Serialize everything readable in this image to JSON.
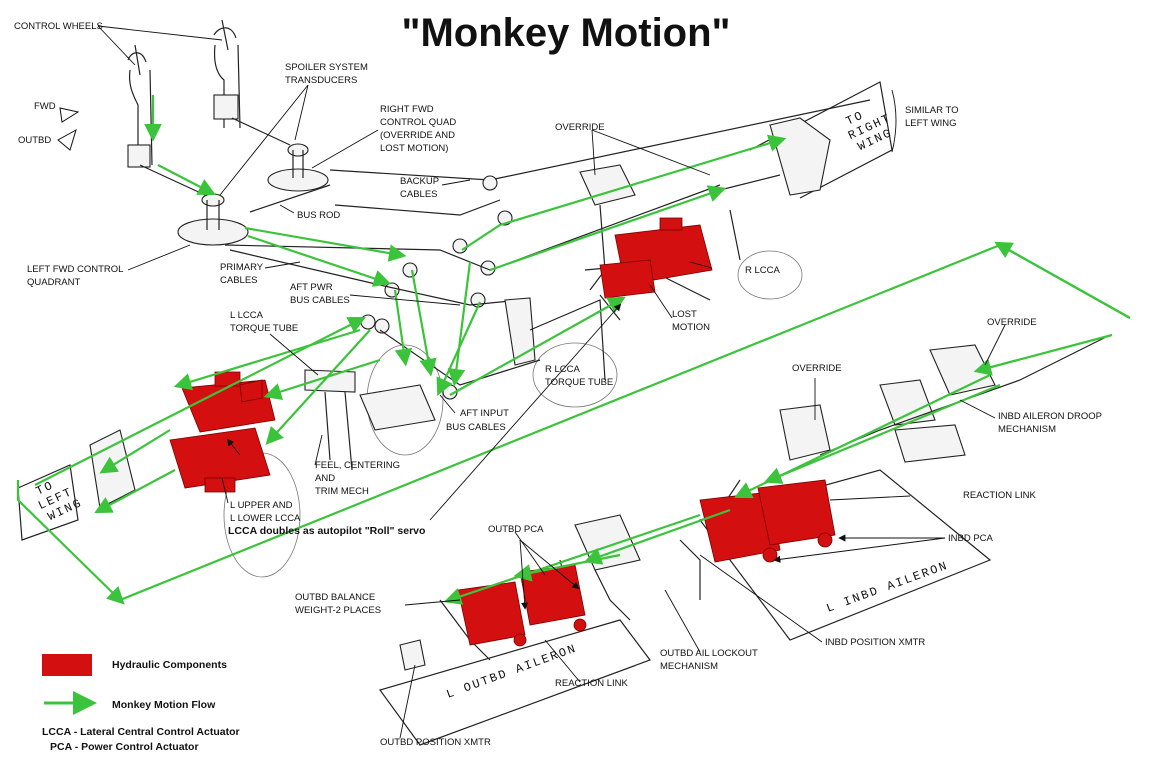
{
  "title": "\"Monkey Motion\"",
  "labels": {
    "control_wheels": "CONTROL WHEELS",
    "fwd": "FWD",
    "outbd": "OUTBD",
    "spoiler_1": "SPOILER SYSTEM",
    "spoiler_2": "TRANSDUCERS",
    "rfcq_1": "RIGHT FWD",
    "rfcq_2": "CONTROL QUAD",
    "rfcq_3": "(OVERRIDE AND",
    "rfcq_4": "LOST MOTION)",
    "override_top": "OVERRIDE",
    "similar_1": "SIMILAR TO",
    "similar_2": "LEFT WING",
    "right_wing_1": "TO",
    "right_wing_2": "RIGHT",
    "right_wing_3": "WING",
    "backup_1": "BACKUP",
    "backup_2": "CABLES",
    "bus_rod": "BUS ROD",
    "lfcq_1": "LEFT FWD CONTROL",
    "lfcq_2": "QUADRANT",
    "primary_1": "PRIMARY",
    "primary_2": "CABLES",
    "aft_pwr_1": "AFT PWR",
    "aft_pwr_2": "BUS CABLES",
    "r_lcca": "R LCCA",
    "lost_motion_1": "LOST",
    "lost_motion_2": "MOTION",
    "l_lcca_tt_1": "L LCCA",
    "l_lcca_tt_2": "TORQUE TUBE",
    "override_right": "OVERRIDE",
    "r_lcca_tt_1": "R LCCA",
    "r_lcca_tt_2": "TORQUE TUBE",
    "override_mid": "OVERRIDE",
    "aft_input_1": "AFT INPUT",
    "aft_input_2": "BUS CABLES",
    "inbd_droop_1": "INBD AILERON DROOP",
    "inbd_droop_2": "MECHANISM",
    "feel_1": "FEEL, CENTERING",
    "feel_2": "AND",
    "feel_3": "TRIM MECH",
    "left_wing_1": "TO",
    "left_wing_2": "LEFT",
    "left_wing_3": "WING",
    "l_upper_1": "L UPPER AND",
    "l_upper_2": "L LOWER LCCA",
    "lcca_autopilot": "LCCA doubles as autopilot \"Roll\" servo",
    "reaction_link_top": "REACTION LINK",
    "outbd_pca": "OUTBD PCA",
    "inbd_pca": "INBD PCA",
    "inbd_aileron": "L INBD AILERON",
    "outbd_balance_1": "OUTBD BALANCE",
    "outbd_balance_2": "WEIGHT-2 PLACES",
    "outbd_lockout_1": "OUTBD AIL LOCKOUT",
    "outbd_lockout_2": "MECHANISM",
    "inbd_xmtr": "INBD POSITION XMTR",
    "outbd_aileron": "L OUTBD AILERON",
    "reaction_link_bottom": "REACTION LINK",
    "outbd_xmtr": "OUTBD POSITION XMTR"
  },
  "legend": {
    "hydraulic": "Hydraulic Components",
    "flow": "Monkey Motion Flow",
    "lcca_def": "LCCA - Lateral Central Control Actuator",
    "pca_def": "PCA - Power Control Actuator"
  },
  "colors": {
    "hydraulic": "#d40f0f",
    "flow": "#3bc43b"
  }
}
